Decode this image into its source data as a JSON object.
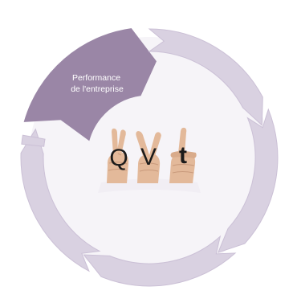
{
  "diagram": {
    "highlighted_segment": {
      "label_line1": "Performance",
      "label_line2": "de l'entreprise"
    },
    "center": {
      "letters": [
        "Q",
        "V",
        "t"
      ]
    },
    "colors": {
      "highlight": "#9a86a6",
      "ring": "#d9d1e1",
      "ring_edge": "#cbc0d6",
      "background": "#ffffff",
      "hand_skin": "#e3b99a",
      "letter": "#1b1b1b"
    }
  }
}
